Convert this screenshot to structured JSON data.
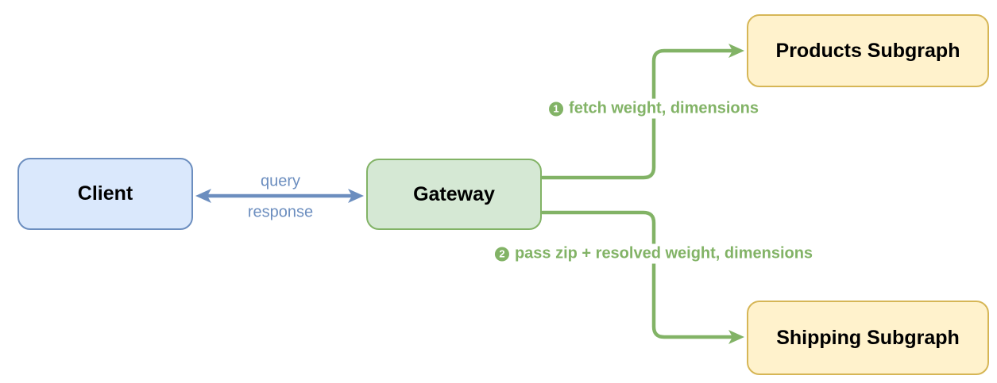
{
  "nodes": {
    "client": {
      "label": "Client"
    },
    "gateway": {
      "label": "Gateway"
    },
    "products": {
      "label": "Products Subgraph"
    },
    "shipping": {
      "label": "Shipping Subgraph"
    }
  },
  "edges": {
    "client_gateway": {
      "query": "query",
      "response": "response"
    },
    "gateway_products": {
      "step": "1",
      "label": "fetch weight, dimensions"
    },
    "gateway_shipping": {
      "step": "2",
      "label": "pass zip + resolved weight, dimensions"
    }
  },
  "colors": {
    "client_fill": "#dae8fc",
    "client_stroke": "#6c8ebf",
    "gateway_fill": "#d5e8d4",
    "gateway_stroke": "#82b366",
    "subgraph_fill": "#fff2cc",
    "subgraph_stroke": "#d6b656",
    "blue_edge": "#6c8ebf",
    "green_edge": "#82b366"
  }
}
